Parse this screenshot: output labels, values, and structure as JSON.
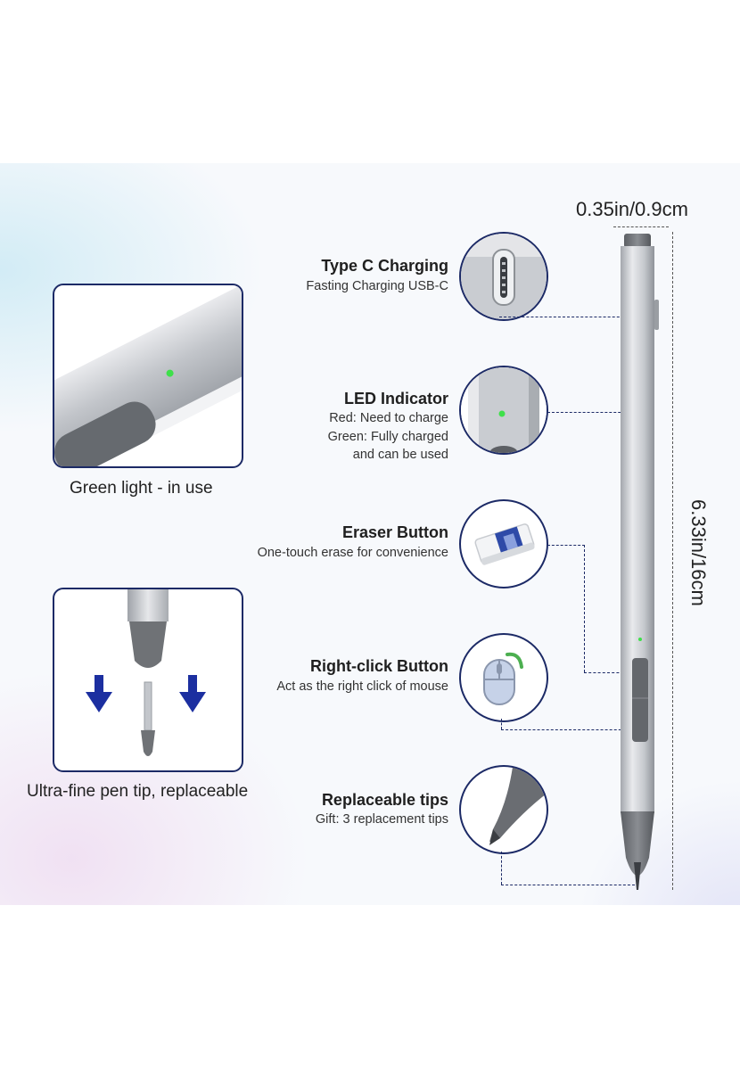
{
  "dimensions": {
    "diameter": "0.35in/0.9cm",
    "length": "6.33in/16cm"
  },
  "left_panels": [
    {
      "caption": "Green light - in use"
    },
    {
      "caption": "Ultra-fine pen tip, replaceable"
    }
  ],
  "features": [
    {
      "title": "Type C Charging",
      "lines": [
        "Fasting Charging USB-C"
      ],
      "icon": "usb-c-port-icon"
    },
    {
      "title": "LED Indicator",
      "lines": [
        "Red: Need to charge",
        "Green: Fully charged",
        "and can be used"
      ],
      "icon": "led-light-icon"
    },
    {
      "title": "Eraser Button",
      "lines": [
        "One-touch erase for convenience"
      ],
      "icon": "eraser-icon"
    },
    {
      "title": "Right-click Button",
      "lines": [
        "Act as the right click of mouse"
      ],
      "icon": "mouse-icon"
    },
    {
      "title": "Replaceable tips",
      "lines": [
        "Gift: 3 replacement tips"
      ],
      "icon": "pen-tip-icon"
    }
  ],
  "colors": {
    "frame": "#1c2a66",
    "pen_body": "#c9cbd0",
    "pen_cap": "#6f7276",
    "led": "#3ee04a",
    "arrow": "#1c2fa0"
  }
}
